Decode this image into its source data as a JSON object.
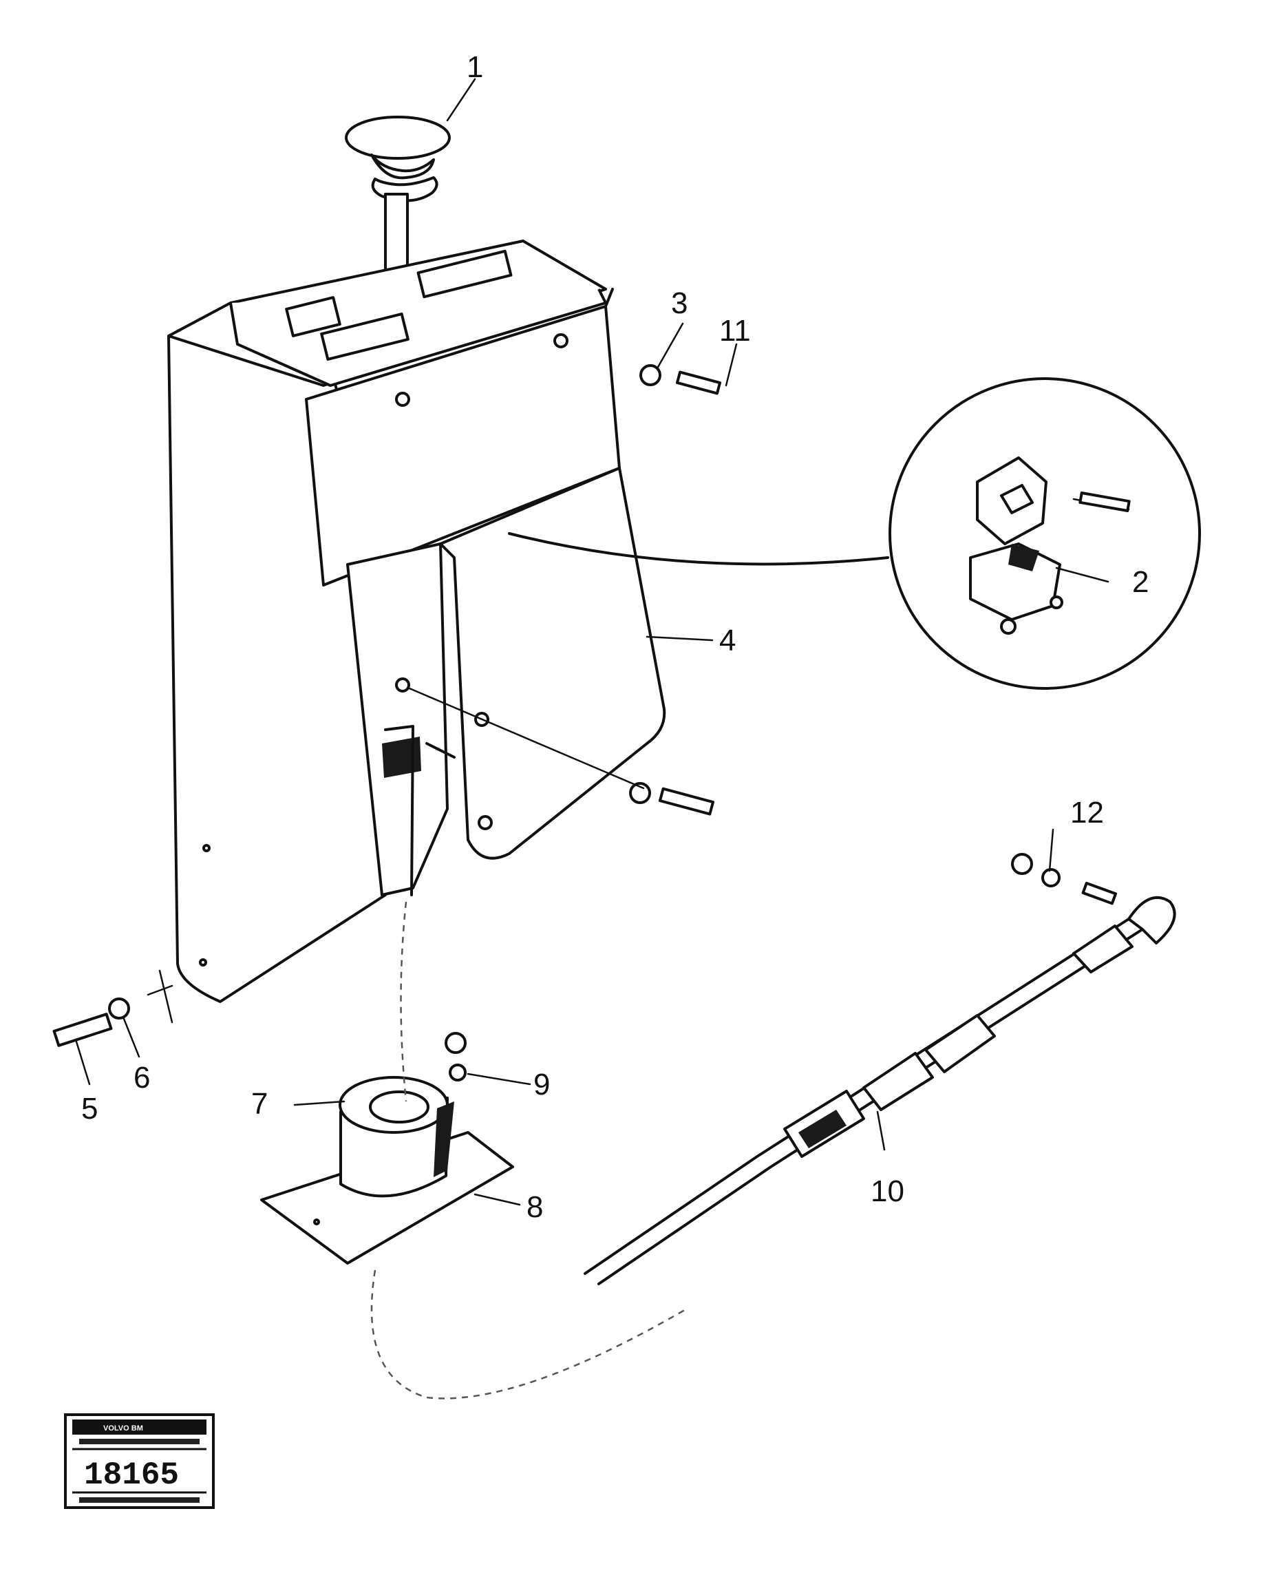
{
  "callouts": [
    {
      "id": "1",
      "label": "1"
    },
    {
      "id": "2",
      "label": "2"
    },
    {
      "id": "3",
      "label": "3"
    },
    {
      "id": "4",
      "label": "4"
    },
    {
      "id": "5",
      "label": "5"
    },
    {
      "id": "6",
      "label": "6"
    },
    {
      "id": "7",
      "label": "7"
    },
    {
      "id": "8",
      "label": "8"
    },
    {
      "id": "9",
      "label": "9"
    },
    {
      "id": "10",
      "label": "10"
    },
    {
      "id": "11",
      "label": "11"
    },
    {
      "id": "12",
      "label": "12"
    }
  ],
  "stamp": {
    "brand": "VOLVO BM",
    "number": "18165"
  }
}
